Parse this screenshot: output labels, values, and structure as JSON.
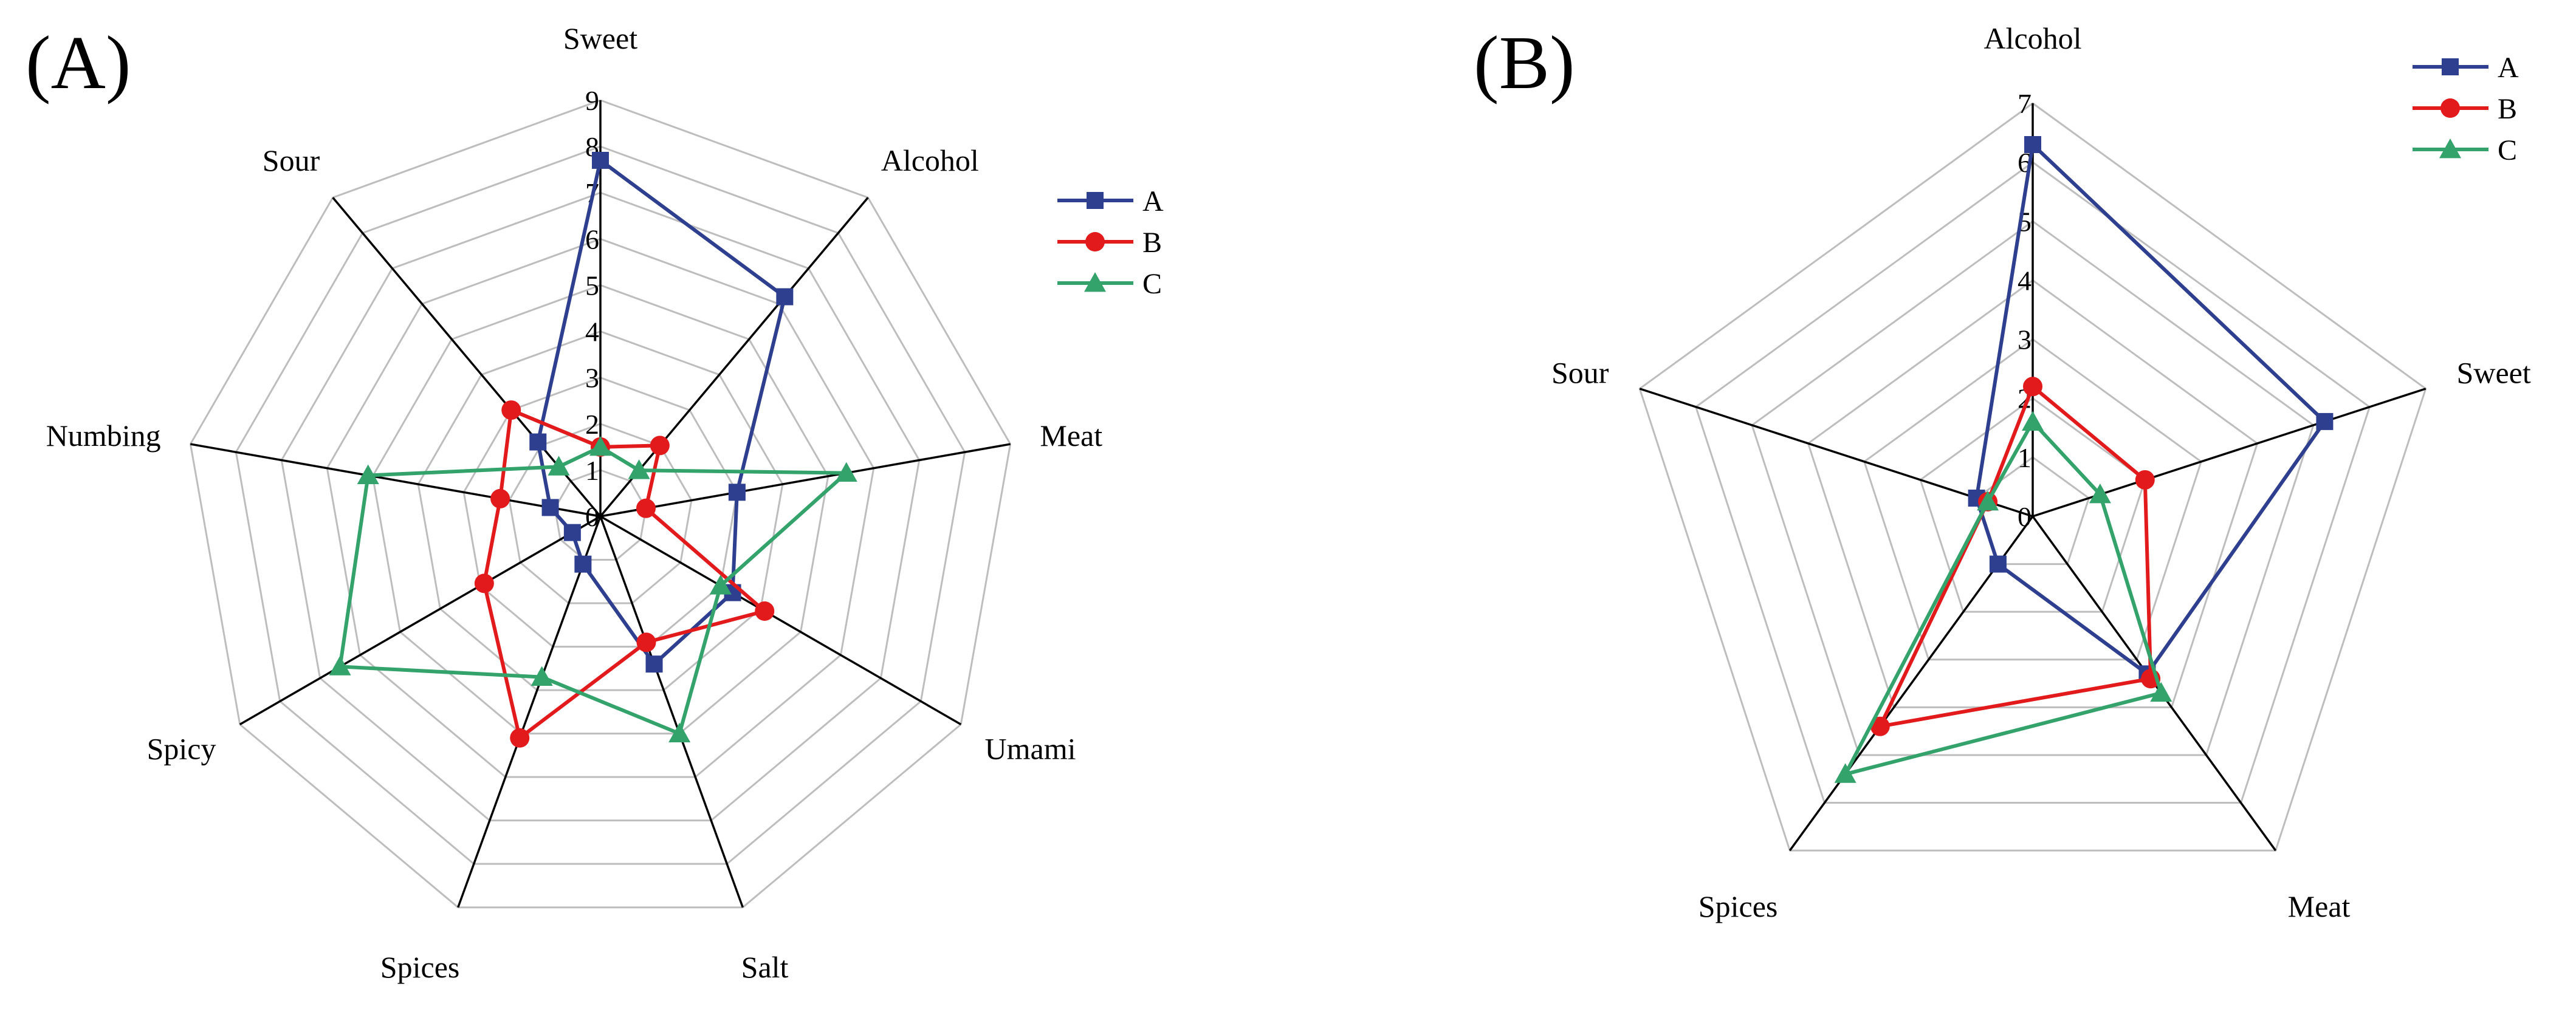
{
  "series_styles": [
    {
      "name": "A",
      "color": "#2E3F8F",
      "marker": "square"
    },
    {
      "name": "B",
      "color": "#E31A1C",
      "marker": "circle"
    },
    {
      "name": "C",
      "color": "#33A36B",
      "marker": "triangle"
    }
  ],
  "chart_data": [
    {
      "panel_label": "(A)",
      "type": "radar",
      "axes": [
        "Sweet",
        "Alcohol",
        "Meat",
        "Umami",
        "Salt",
        "Spices",
        "Spicy",
        "Numbing",
        "Sour"
      ],
      "rmax": 9,
      "ticks": [
        "0",
        "1",
        "2",
        "3",
        "4",
        "5",
        "6",
        "7",
        "8",
        "9"
      ],
      "legend_position": "top-right",
      "series": [
        {
          "name": "A",
          "values": [
            7.7,
            6.2,
            3.0,
            3.3,
            3.4,
            1.1,
            0.7,
            1.1,
            2.1
          ]
        },
        {
          "name": "B",
          "values": [
            1.5,
            2.0,
            1.0,
            4.1,
            2.9,
            5.1,
            2.9,
            2.2,
            3.0
          ]
        },
        {
          "name": "C",
          "values": [
            1.5,
            1.3,
            5.4,
            3.0,
            5.0,
            3.7,
            6.5,
            5.1,
            1.4
          ]
        }
      ]
    },
    {
      "panel_label": "(B)",
      "type": "radar",
      "axes": [
        "Alcohol",
        "Sweet",
        "Meat",
        "Spices",
        "Sour"
      ],
      "rmax": 7,
      "ticks": [
        "0",
        "1",
        "2",
        "3",
        "4",
        "5",
        "6",
        "7"
      ],
      "legend_position": "top-right",
      "series": [
        {
          "name": "A",
          "values": [
            6.3,
            5.2,
            3.3,
            1.0,
            1.0
          ]
        },
        {
          "name": "B",
          "values": [
            2.2,
            2.0,
            3.4,
            4.4,
            0.8
          ]
        },
        {
          "name": "C",
          "values": [
            1.6,
            1.2,
            3.7,
            5.4,
            0.8
          ]
        }
      ]
    }
  ]
}
